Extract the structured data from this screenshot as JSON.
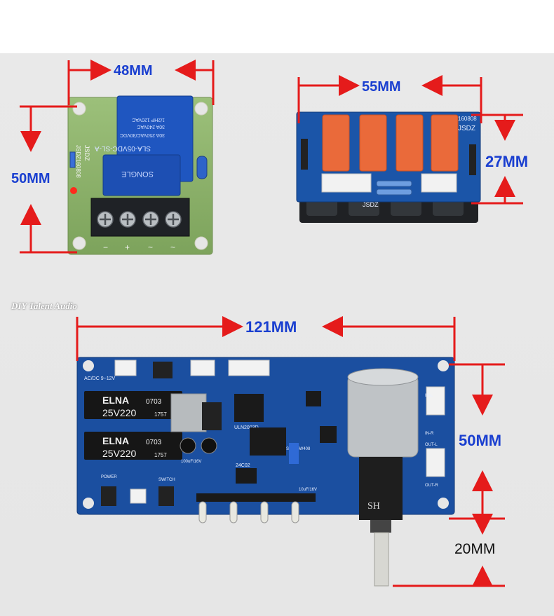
{
  "dimensions": {
    "relay_width": "48MM",
    "relay_height": "50MM",
    "quad_width": "55MM",
    "quad_height": "27MM",
    "main_width": "121MM",
    "main_height": "50MM",
    "knob_length": "20MM"
  },
  "brand": "DIY Talent Audio",
  "relay_board": {
    "relay_brand": "SONGLE",
    "relay_model": "SLA-05VDC-SL-A",
    "relay_rating1": "30A 250VAC/30VDC",
    "relay_rating2": "30A 240VAC",
    "relay_rating3": "1/2HP 120VAC",
    "pcb_label": "JSDZ",
    "pcb_code": "JSDZ160808",
    "terminal_labels": [
      "−",
      "+",
      "~",
      "~"
    ]
  },
  "quad_board": {
    "pcb_label": "JSDZ",
    "pcb_code": "160808",
    "bottom_label": "JSDZ"
  },
  "main_board": {
    "cap_brand": "ELNA",
    "cap_value": "25V220",
    "cap_code": "0703",
    "cap_code2": "1757",
    "supply_label": "AC/DC 9~12V",
    "ic1": "ULN2003D",
    "ic2": "STC15W408",
    "ic3": "24C02",
    "small_caps": [
      "10uF/16V",
      "100uF/16V"
    ],
    "button_labels": [
      "POWER",
      "SWITCH"
    ],
    "port_labels": [
      "IN-L",
      "IN-R",
      "OUT-L",
      "OUT-R"
    ],
    "motor_label": "SH"
  },
  "colors": {
    "arrow": "#e51b1b",
    "label_blue": "#1a3fd0",
    "pcb_green": "#8bb06a",
    "pcb_blue": "#1b55a8",
    "relay_blue": "#1d4fb3",
    "relay_orange": "#e8683a"
  }
}
